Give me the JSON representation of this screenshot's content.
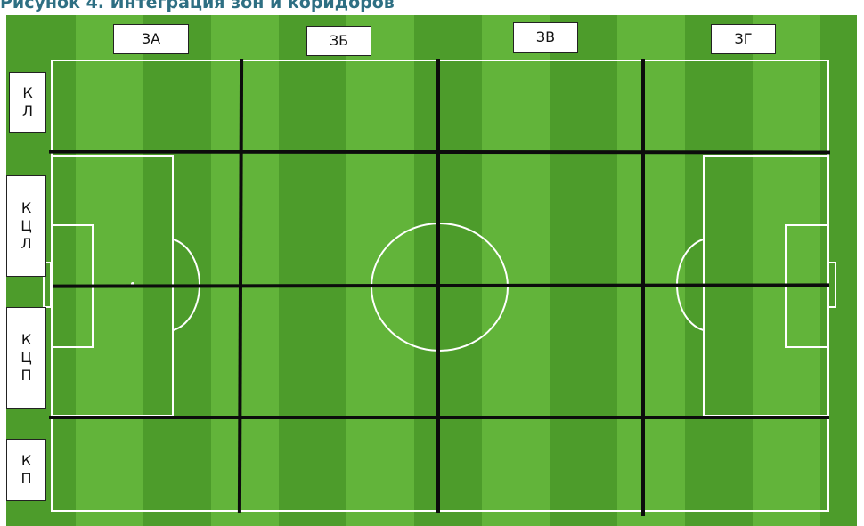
{
  "caption": "Рисунок 4. Интеграция зон и коридоров",
  "zones": [
    "ЗА",
    "ЗБ",
    "ЗВ",
    "ЗГ"
  ],
  "corridors": [
    [
      "К",
      "Л"
    ],
    [
      "К",
      "Ц",
      "Л"
    ],
    [
      "К",
      "Ц",
      "П"
    ],
    [
      "К",
      "П"
    ]
  ],
  "colors": {
    "stripe_light": "#62b43a",
    "stripe_dark": "#4d9c2b",
    "pitch_lines": "#ffffff",
    "grid_lines": "#0c0c0c"
  }
}
